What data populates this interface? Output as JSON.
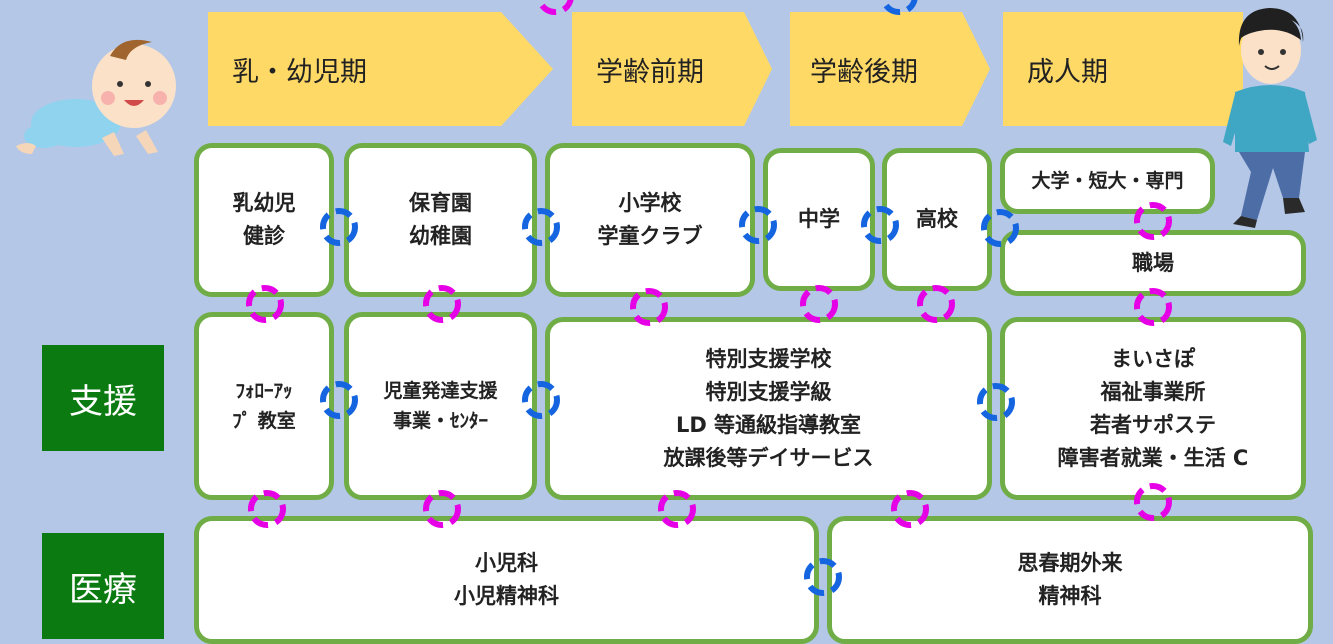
{
  "stages": [
    "乳・幼児期",
    "学齢前期",
    "学齢後期",
    "成人期"
  ],
  "categories": {
    "support": "支援",
    "medical": "医療"
  },
  "row1": {
    "checkup": [
      "乳幼児",
      "健診"
    ],
    "nursery": [
      "保育園",
      "幼稚園"
    ],
    "elementary": [
      "小学校",
      "学童クラブ"
    ],
    "junior_high": "中学",
    "high_school": "高校",
    "university": "大学・短大・専門",
    "workplace": "職場"
  },
  "row2": {
    "followup": [
      "ﾌｫﾛｰｱｯ",
      "ﾌﾟ 教室"
    ],
    "child_dev": [
      "児童発達支援",
      "事業・ｾﾝﾀｰ"
    ],
    "special": [
      "特別支援学校",
      "特別支援学級",
      "LD 等通級指導教室",
      "放課後等デイサービス"
    ],
    "adult": [
      "まいさぽ",
      "福祉事業所",
      "若者サポステ",
      "障害者就業・生活 C"
    ]
  },
  "row3": {
    "pediatrics": [
      "小児科",
      "小児精神科"
    ],
    "adolescent": [
      "思春期外来",
      "精神科"
    ]
  },
  "colors": {
    "background": "#b4c7e7",
    "arrow": "#ffd966",
    "box_border": "#70ad47",
    "label_bg": "#0b7a10",
    "horizontal_link": "#1565e0",
    "vertical_link": "#e600e6"
  },
  "illustrations": [
    "baby-crawling",
    "young-man-walking"
  ]
}
